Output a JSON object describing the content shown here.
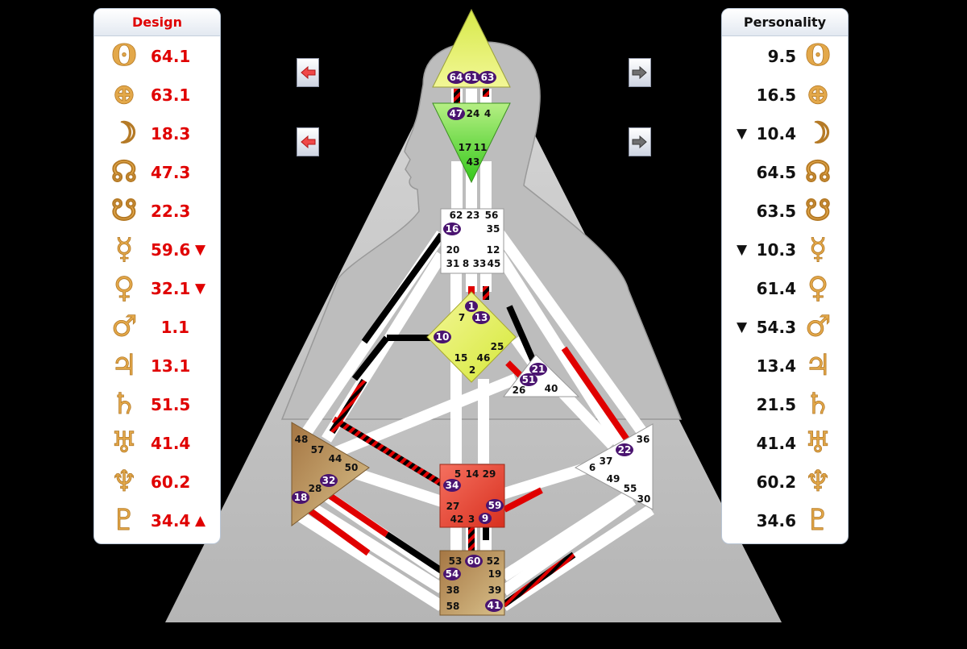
{
  "design": {
    "title": "Design",
    "rows": [
      {
        "planet": "sun-icon",
        "glyph": "ʘ",
        "value": "64.1",
        "mark": ""
      },
      {
        "planet": "earth-icon",
        "glyph": "⊕",
        "value": "63.1",
        "mark": ""
      },
      {
        "planet": "moon-icon",
        "glyph": "☽",
        "value": "18.3",
        "mark": ""
      },
      {
        "planet": "north-node-icon",
        "glyph": "☊",
        "value": "47.3",
        "mark": ""
      },
      {
        "planet": "south-node-icon",
        "glyph": "☋",
        "value": "22.3",
        "mark": ""
      },
      {
        "planet": "mercury-icon",
        "glyph": "☿",
        "value": "59.6",
        "mark": "▼"
      },
      {
        "planet": "venus-icon",
        "glyph": "♀",
        "value": "32.1",
        "mark": "▼"
      },
      {
        "planet": "mars-icon",
        "glyph": "♂",
        "value": "1.1",
        "mark": ""
      },
      {
        "planet": "jupiter-icon",
        "glyph": "♃",
        "value": "13.1",
        "mark": ""
      },
      {
        "planet": "saturn-icon",
        "glyph": "♄",
        "value": "51.5",
        "mark": ""
      },
      {
        "planet": "uranus-icon",
        "glyph": "♅",
        "value": "41.4",
        "mark": ""
      },
      {
        "planet": "neptune-icon",
        "glyph": "♆",
        "value": "60.2",
        "mark": ""
      },
      {
        "planet": "pluto-icon",
        "glyph": "♇",
        "value": "34.4",
        "mark": "▲"
      }
    ]
  },
  "personality": {
    "title": "Personality",
    "rows": [
      {
        "planet": "sun-icon",
        "glyph": "ʘ",
        "value": "9.5",
        "mark": ""
      },
      {
        "planet": "earth-icon",
        "glyph": "⊕",
        "value": "16.5",
        "mark": ""
      },
      {
        "planet": "moon-icon",
        "glyph": "☽",
        "value": "10.4",
        "mark": "▼"
      },
      {
        "planet": "north-node-icon",
        "glyph": "☊",
        "value": "64.5",
        "mark": ""
      },
      {
        "planet": "south-node-icon",
        "glyph": "☋",
        "value": "63.5",
        "mark": ""
      },
      {
        "planet": "mercury-icon",
        "glyph": "☿",
        "value": "10.3",
        "mark": "▼"
      },
      {
        "planet": "venus-icon",
        "glyph": "♀",
        "value": "61.4",
        "mark": ""
      },
      {
        "planet": "mars-icon",
        "glyph": "♂",
        "value": "54.3",
        "mark": "▼"
      },
      {
        "planet": "jupiter-icon",
        "glyph": "♃",
        "value": "13.4",
        "mark": ""
      },
      {
        "planet": "saturn-icon",
        "glyph": "♄",
        "value": "21.5",
        "mark": ""
      },
      {
        "planet": "uranus-icon",
        "glyph": "♅",
        "value": "41.4",
        "mark": ""
      },
      {
        "planet": "neptune-icon",
        "glyph": "♆",
        "value": "60.2",
        "mark": ""
      },
      {
        "planet": "pluto-icon",
        "glyph": "♇",
        "value": "34.6",
        "mark": ""
      }
    ]
  },
  "colors": {
    "design_red": "#e00000",
    "personality_black": "#111111",
    "head_center": "#e3f05a",
    "ajna_center": "#7fe04a",
    "g_center": "#e8f25a",
    "sacral_center": "#e9483a",
    "spleen_center": "#b38a55",
    "root_center": "#b38a55",
    "circle_fill": "#4a1470"
  },
  "gates": {
    "head": {
      "g64": "64",
      "g61": "61",
      "g63": "63"
    },
    "ajna": {
      "g47": "47",
      "g24": "24",
      "g4": "4",
      "g17": "17",
      "g11": "11",
      "g43": "43"
    },
    "throat": {
      "g62": "62",
      "g23": "23",
      "g56": "56",
      "g16": "16",
      "g35": "35",
      "g20": "20",
      "g12": "12",
      "g31": "31",
      "g8": "8",
      "g33": "33",
      "g45": "45"
    },
    "g": {
      "g1": "1",
      "g7": "7",
      "g13": "13",
      "g10": "10",
      "g25": "25",
      "g15": "15",
      "g46": "46",
      "g2": "2"
    },
    "heart": {
      "g21": "21",
      "g51": "51",
      "g26": "26",
      "g40": "40"
    },
    "spleen": {
      "g48": "48",
      "g57": "57",
      "g44": "44",
      "g50": "50",
      "g32": "32",
      "g28": "28",
      "g18": "18"
    },
    "sacral": {
      "g5": "5",
      "g14": "14",
      "g29": "29",
      "g34": "34",
      "g27": "27",
      "g59": "59",
      "g42": "42",
      "g3": "3",
      "g9": "9"
    },
    "solar": {
      "g36": "36",
      "g22": "22",
      "g37": "37",
      "g6": "6",
      "g49": "49",
      "g55": "55",
      "g30": "30"
    },
    "root": {
      "g53": "53",
      "g60": "60",
      "g52": "52",
      "g54": "54",
      "g19": "19",
      "g38": "38",
      "g39": "39",
      "g58": "58",
      "g41": "41"
    }
  }
}
